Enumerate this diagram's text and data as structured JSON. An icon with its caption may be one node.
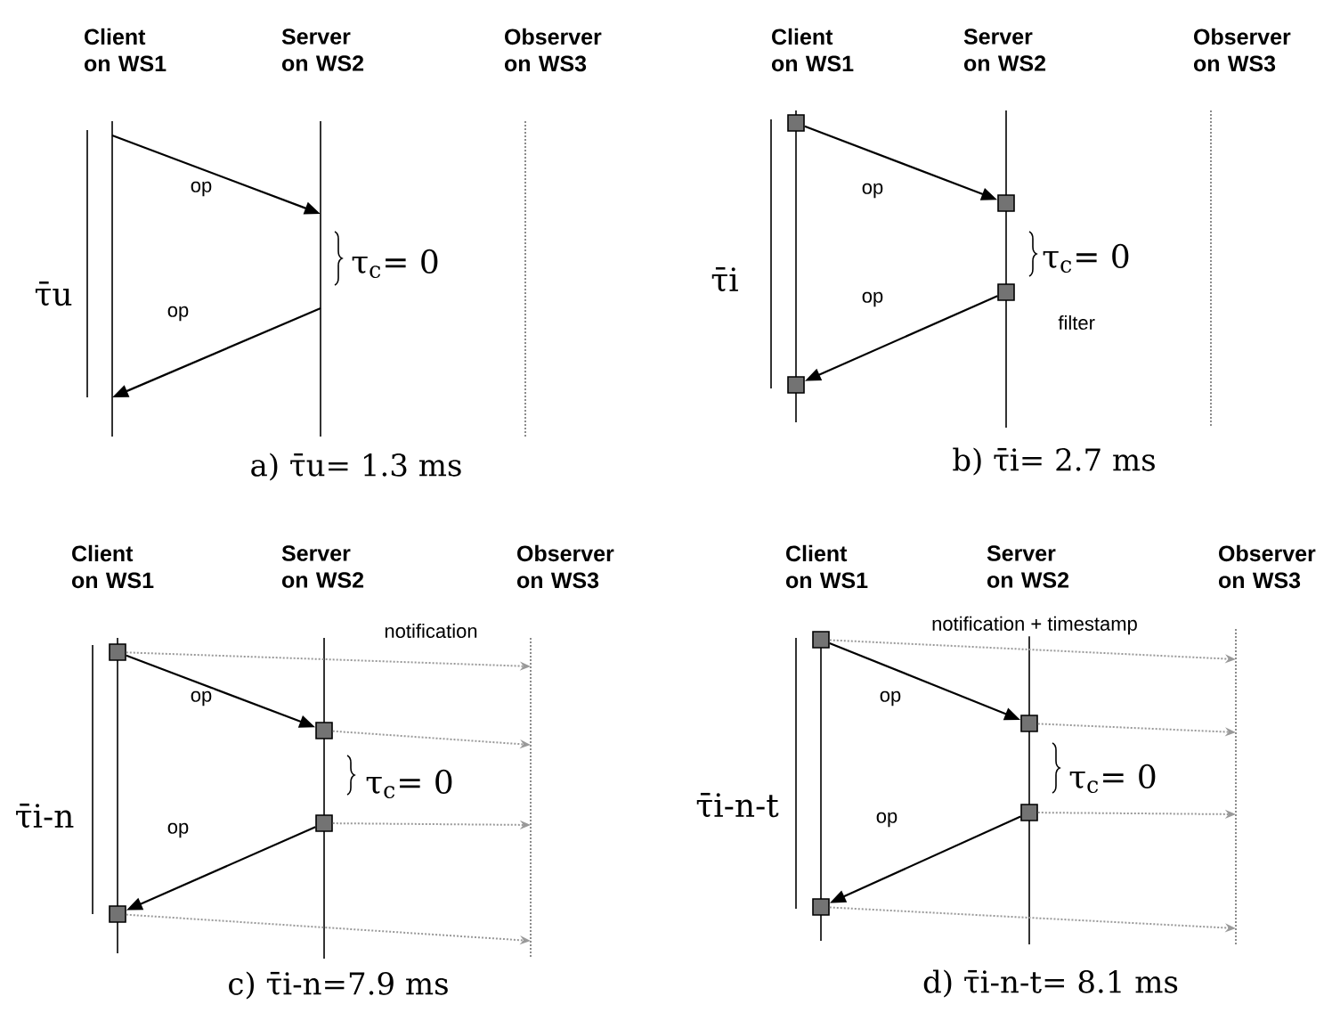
{
  "diagram": {
    "nodes": [
      {
        "text": [
          "Client on WS1"
        ]
      },
      {
        "text": [
          "Server on WS2"
        ]
      },
      {
        "text": [
          "Observer on WS3"
        ]
      },
      {
        "text": [
          "Client on WS1"
        ]
      },
      {
        "text": [
          "Server on WS2"
        ]
      },
      {
        "text": [
          "Observer on WS3"
        ]
      },
      {
        "text": [],
        "shape": "box",
        "in": 3
      },
      {
        "text": [],
        "shape": "box",
        "in": 4
      },
      {
        "text": [],
        "shape": "box",
        "in": 4
      },
      {
        "text": [],
        "shape": "box",
        "in": 3
      },
      {
        "text": [
          "Client on WS1"
        ]
      },
      {
        "text": [
          "Server on WS2"
        ]
      },
      {
        "text": [
          "Observer on WS3"
        ]
      },
      {
        "text": [],
        "shape": "box",
        "in": 10
      },
      {
        "text": [],
        "shape": "box",
        "in": 11
      },
      {
        "text": [],
        "shape": "box",
        "in": 11
      },
      {
        "text": [],
        "shape": "box",
        "in": 10
      },
      {
        "text": [
          "Client on WS1"
        ]
      },
      {
        "text": [
          "Server on WS2"
        ]
      },
      {
        "text": [
          "Observer on WS3"
        ]
      },
      {
        "text": [],
        "shape": "box",
        "in": 17
      },
      {
        "text": [],
        "shape": "box",
        "in": 18
      },
      {
        "text": [],
        "shape": "box",
        "in": 18
      },
      {
        "text": [],
        "shape": "box",
        "in": 17
      }
    ],
    "edges": [
      {
        "from": 0,
        "to": 1,
        "arrow": "to",
        "label": "op"
      },
      {
        "from": 1,
        "to": 0,
        "arrow": "to",
        "label": "op"
      },
      {
        "from": 6,
        "to": 7,
        "arrow": "to",
        "label": "op"
      },
      {
        "from": 8,
        "to": 9,
        "arrow": "to",
        "label": "op"
      },
      {
        "from": 13,
        "to": 14,
        "arrow": "to",
        "label": "op"
      },
      {
        "from": 15,
        "to": 16,
        "arrow": "to",
        "label": "op"
      },
      {
        "from": 13,
        "to": 12,
        "arrow": "to",
        "label": "notification",
        "style": "dashed",
        "color": "#999999"
      },
      {
        "from": 14,
        "to": 12,
        "arrow": "to",
        "style": "dashed",
        "color": "#999999"
      },
      {
        "from": 15,
        "to": 12,
        "arrow": "to",
        "style": "dashed",
        "color": "#999999"
      },
      {
        "from": 16,
        "to": 12,
        "arrow": "to",
        "style": "dashed",
        "color": "#999999"
      },
      {
        "from": 20,
        "to": 21,
        "arrow": "to",
        "label": "op"
      },
      {
        "from": 22,
        "to": 23,
        "arrow": "to",
        "label": "op"
      },
      {
        "from": 20,
        "to": 19,
        "arrow": "to",
        "label": "notification + timestamp",
        "style": "dashed",
        "color": "#999999"
      },
      {
        "from": 21,
        "to": 19,
        "arrow": "to",
        "style": "dashed",
        "color": "#999999"
      },
      {
        "from": 22,
        "to": 19,
        "arrow": "to",
        "style": "dashed",
        "color": "#999999"
      },
      {
        "from": 23,
        "to": 19,
        "arrow": "to",
        "style": "dashed",
        "color": "#999999"
      }
    ],
    "labels": [
      "τ̄u",
      "τ$_{c}$= 0",
      "a) τ̄u= 1.3 ms",
      "τ̄i",
      "τ$_{c}$= 0",
      "filter",
      "b) τ̄i= 2.7 ms",
      "τ̄i-n",
      "τ$_{c}$= 0",
      "c) τ̄i-n=7.9 ms",
      "τ̄i-n-t",
      "τ$_{c}$= 0",
      "d) τ̄i-n-t= 8.1 ms"
    ]
  }
}
